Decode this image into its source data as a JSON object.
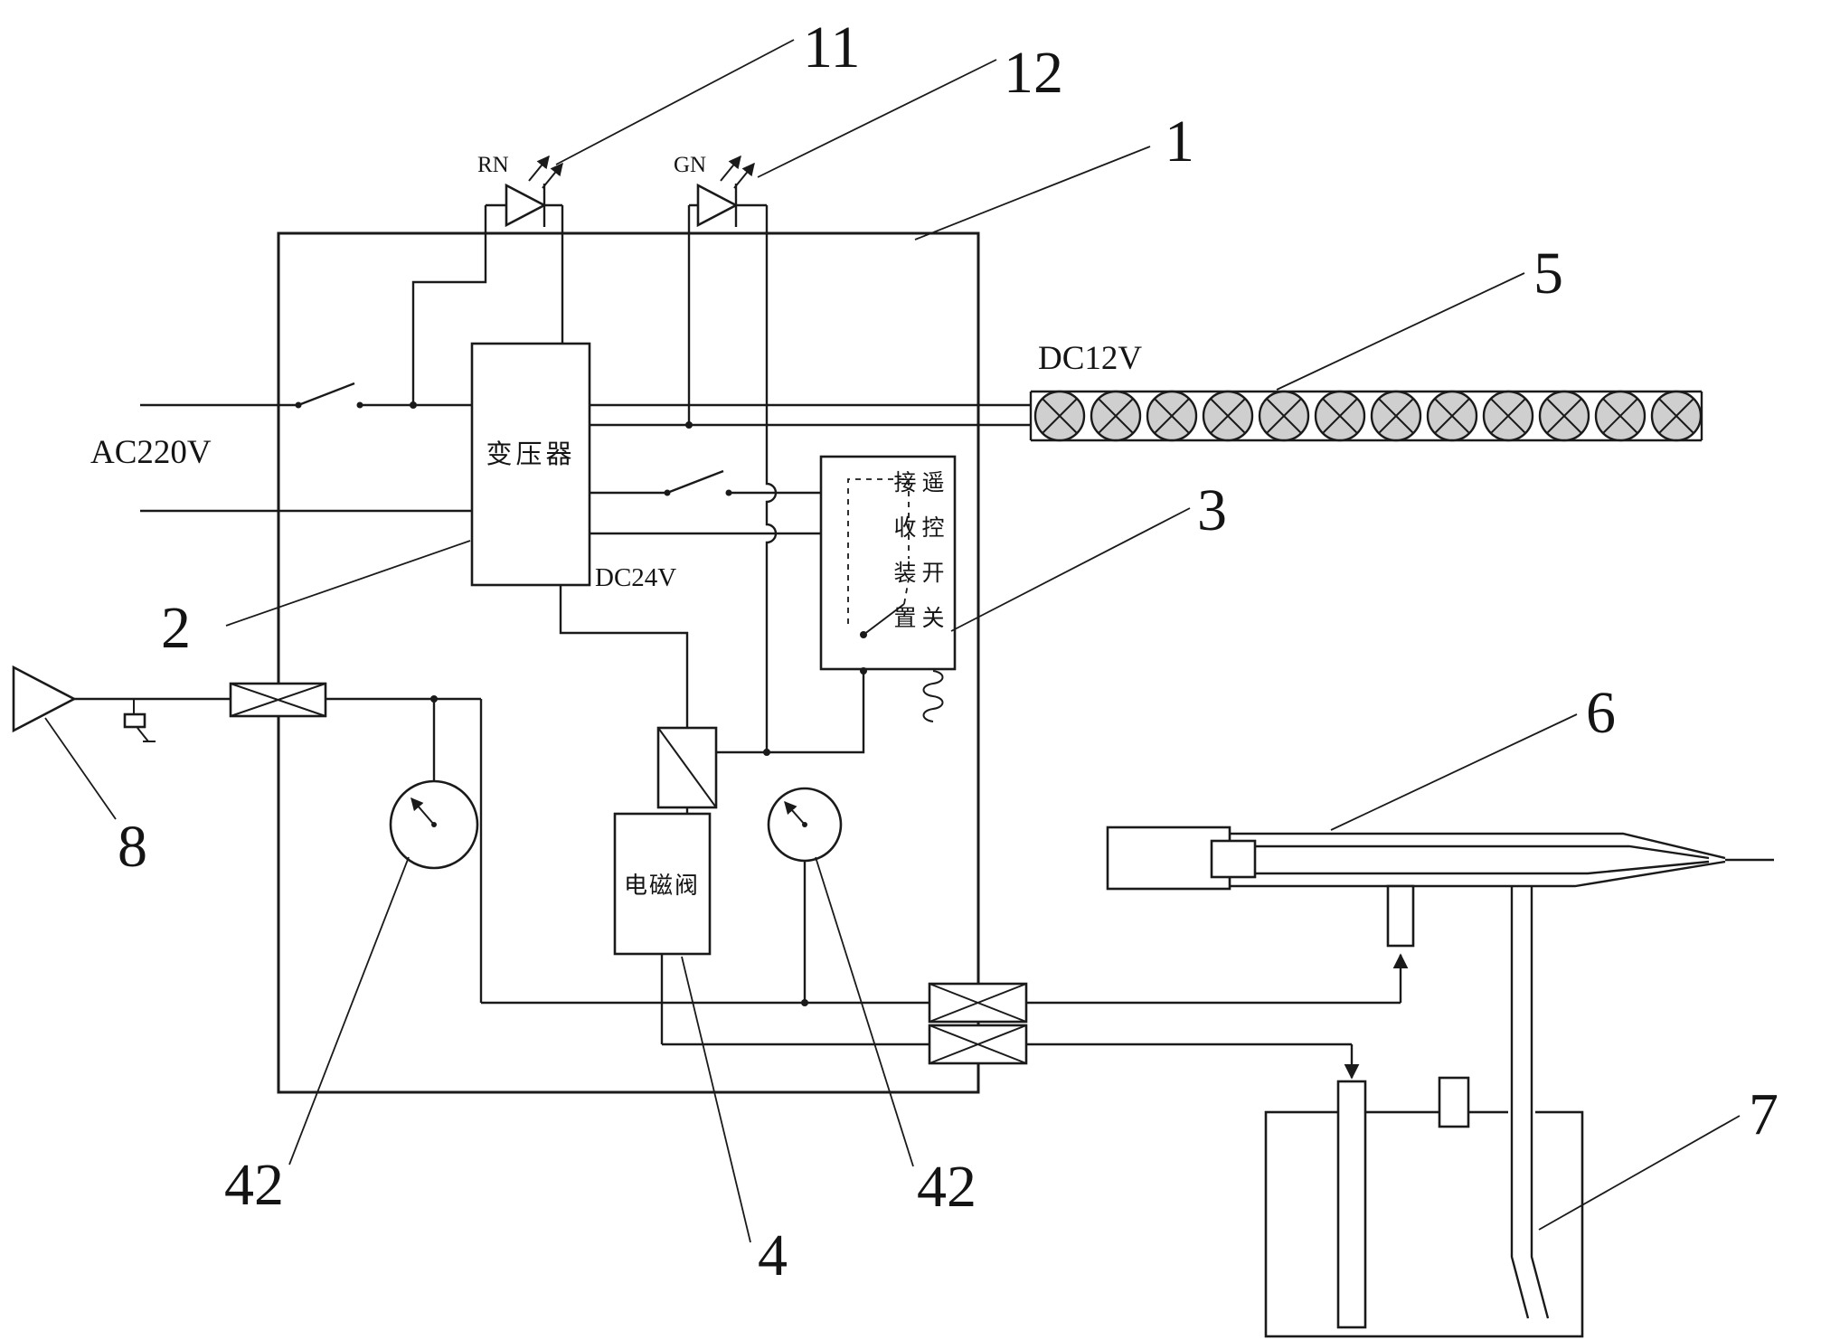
{
  "diagram": {
    "reference_labels": {
      "r1": "1",
      "r2": "2",
      "r3": "3",
      "r4": "4",
      "r5": "5",
      "r6": "6",
      "r7": "7",
      "r8": "8",
      "r11": "11",
      "r12": "12",
      "r42_left": "42",
      "r42_right": "42"
    },
    "annotations": {
      "ac_input": "AC220V",
      "dc12": "DC12V",
      "dc24": "DC24V",
      "red_led": "RN",
      "green_led": "GN"
    },
    "components": {
      "transformer": "变压器",
      "remote_receiver": "遥控开关接收装置",
      "solenoid_valve": "电磁阀"
    },
    "lamp_count": 12,
    "colors": {
      "line": "#1a1a1a",
      "lamp_fill": "#cfcfcf",
      "background": "#ffffff"
    }
  }
}
